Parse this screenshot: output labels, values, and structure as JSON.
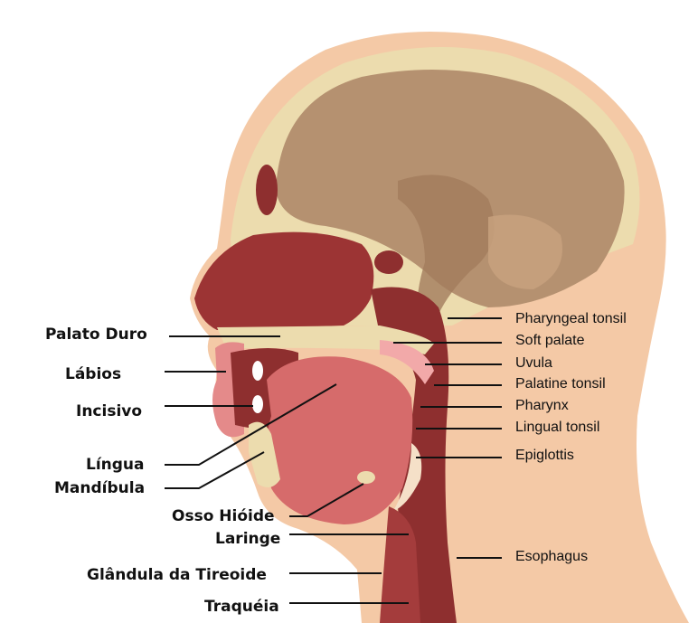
{
  "left_labels": {
    "palato_duro": "Palato Duro",
    "labios": "Lábios",
    "incisivo": "Incisivo",
    "lingua": "Língua",
    "mandibula": "Mandíbula",
    "osso_hioide": "Osso Hióide",
    "laringe": "Laringe",
    "glandula_tireoide": "Glândula da Tireoide",
    "traqueia": "Traquéia"
  },
  "right_labels": {
    "pharyngeal_tonsil": "Pharyngeal tonsil",
    "soft_palate": "Soft palate",
    "uvula": "Uvula",
    "palatine_tonsil": "Palatine tonsil",
    "pharynx": "Pharynx",
    "lingual_tonsil": "Lingual tonsil",
    "epiglottis": "Epiglottis",
    "esophagus": "Esophagus"
  },
  "colors": {
    "skin": "#f4c9a6",
    "bone": "#ecdcae",
    "brain": "#b59170",
    "tissue": "#8e2f2f",
    "mucosa": "#e48a8a"
  }
}
